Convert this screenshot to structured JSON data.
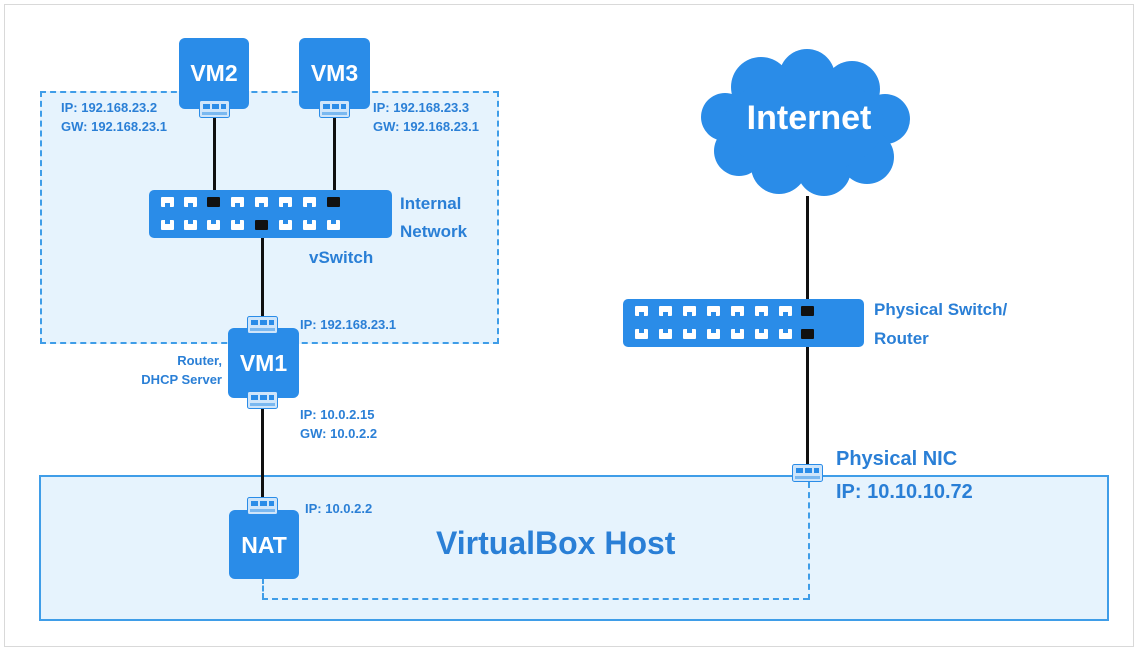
{
  "vms": {
    "vm2": "VM2",
    "vm3": "VM3",
    "vm1": "VM1",
    "nat": "NAT"
  },
  "labels": {
    "vm2_ip": "IP: 192.168.23.2",
    "vm2_gw": "GW: 192.168.23.1",
    "vm3_ip": "IP:  192.168.23.3",
    "vm3_gw": "GW: 192.168.23.1",
    "internal_network_1": "Internal",
    "internal_network_2": "Network",
    "vswitch": "vSwitch",
    "vm1_role_1": "Router,",
    "vm1_role_2": "DHCP Server",
    "vm1_ip_internal": "IP: 192.168.23.1",
    "vm1_ip_nat": "IP:  10.0.2.15",
    "vm1_gw_nat": "GW: 10.0.2.2",
    "nat_ip": "IP: 10.0.2.2",
    "physical_switch_1": "Physical Switch/",
    "physical_switch_2": "Router",
    "physical_nic": "Physical NIC",
    "physical_nic_ip": "IP: 10.10.10.72",
    "host": "VirtualBox Host",
    "internet": "Internet"
  },
  "colors": {
    "accent": "#2a8ce8",
    "label": "#2a7fd6",
    "zone_fill": "#e6f3fd",
    "zone_border": "#3f9de8"
  }
}
